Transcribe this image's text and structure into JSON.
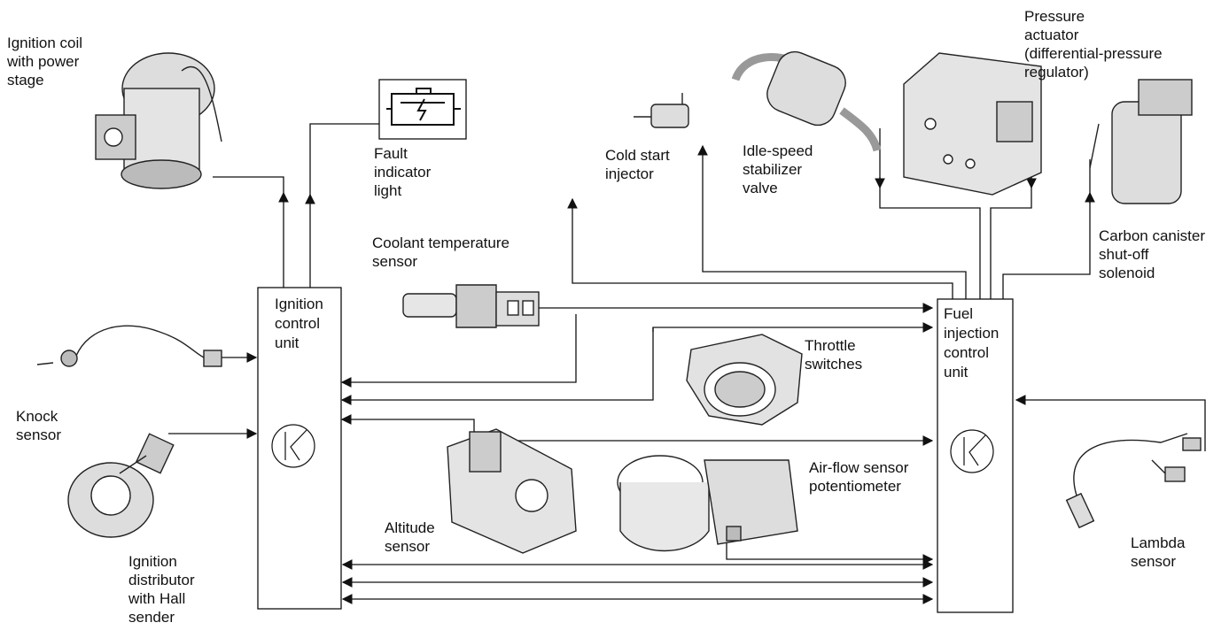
{
  "colors": {
    "line": "#111111",
    "body": "#e6e6e6",
    "shade": "#b9b9b9",
    "dark": "#555555"
  },
  "labels": {
    "ignition_coil": "Ignition coil\nwith power\nstage",
    "fault_light": "Fault\nindicator\nlight",
    "cold_start": "Cold start\ninjector",
    "idle_valve": "Idle-speed\nstabilizer\nvalve",
    "pressure_actuator": "Pressure\nactuator\n(differential-pressure\nregulator)",
    "carbon_canister": "Carbon canister\nshut-off\nsolenoid",
    "coolant": "Coolant temperature\nsensor",
    "ignition_unit": "Ignition\ncontrol\nunit",
    "fuel_unit": "Fuel\ninjection\ncontrol\nunit",
    "throttle": "Throttle\nswitches",
    "knock": "Knock\nsensor",
    "airflow": "Air-flow sensor\npotentiometer",
    "altitude": "Altitude\nsensor",
    "distributor": "Ignition\ndistributor\nwith Hall\nsender",
    "lambda": "Lambda\nsensor"
  },
  "icons": {
    "ignition_unit_symbol": "control-unit-k-icon",
    "fuel_unit_symbol": "control-unit-k-icon",
    "fault_symbol": "engine-fault-icon"
  }
}
